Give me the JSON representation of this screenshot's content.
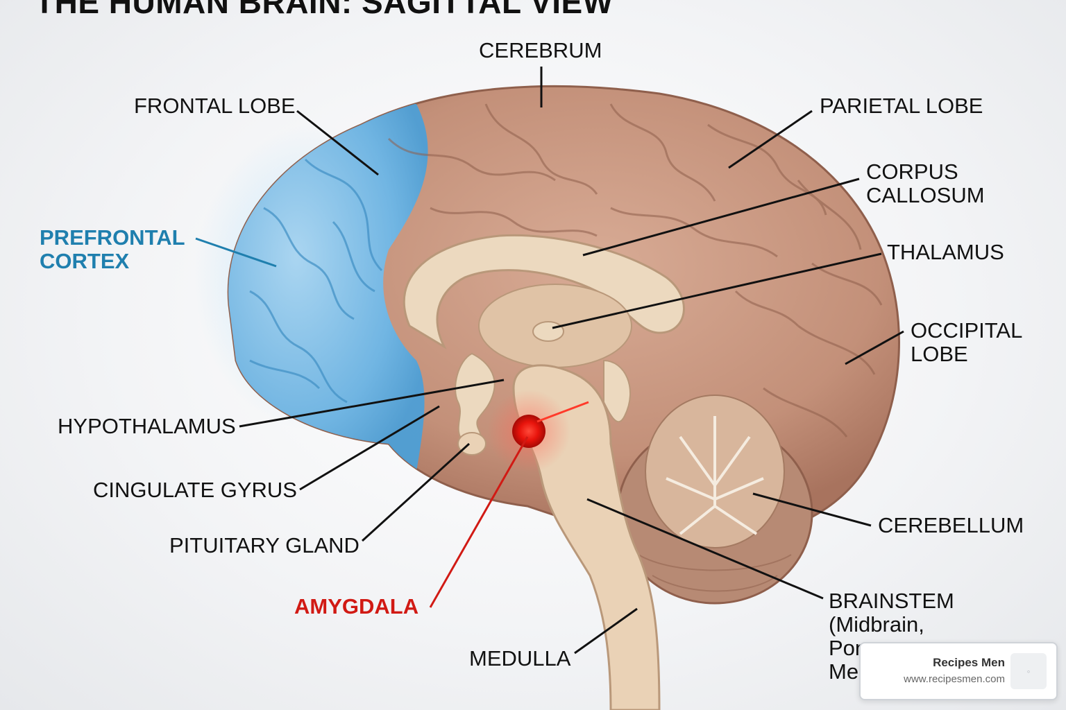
{
  "title": "THE HUMAN BRAIN: SAGITTAL VIEW",
  "labels": {
    "cerebrum": "CEREBRUM",
    "frontal_lobe": "FRONTAL LOBE",
    "parietal_lobe": "PARIETAL LOBE",
    "corpus_callosum": "CORPUS\nCALLOSUM",
    "prefrontal_cortex": "PREFRONTAL\nCORTEX",
    "thalamus": "THALAMUS",
    "occipital_lobe": "OCCIPITAL\nLOBE",
    "hypothalamus": "HYPOTHALAMUS",
    "cingulate_gyrus": "CINGULATE GYRUS",
    "pituitary_gland": "PITUITARY GLAND",
    "cerebellum": "CEREBELLUM",
    "amygdala": "AMYGDALA",
    "brainstem": "BRAINSTEM\n(Midbrain,\nPons,\nMedulla)",
    "medulla": "MEDULLA"
  },
  "watermark": {
    "name": "Recipes Men",
    "url": "www.recipesmen.com"
  },
  "colors": {
    "prefrontal_highlight": "#7ec3ee",
    "cortex": "#c99a84",
    "amygdala": "#e8140c",
    "inner_structures": "#e9d6bd"
  }
}
